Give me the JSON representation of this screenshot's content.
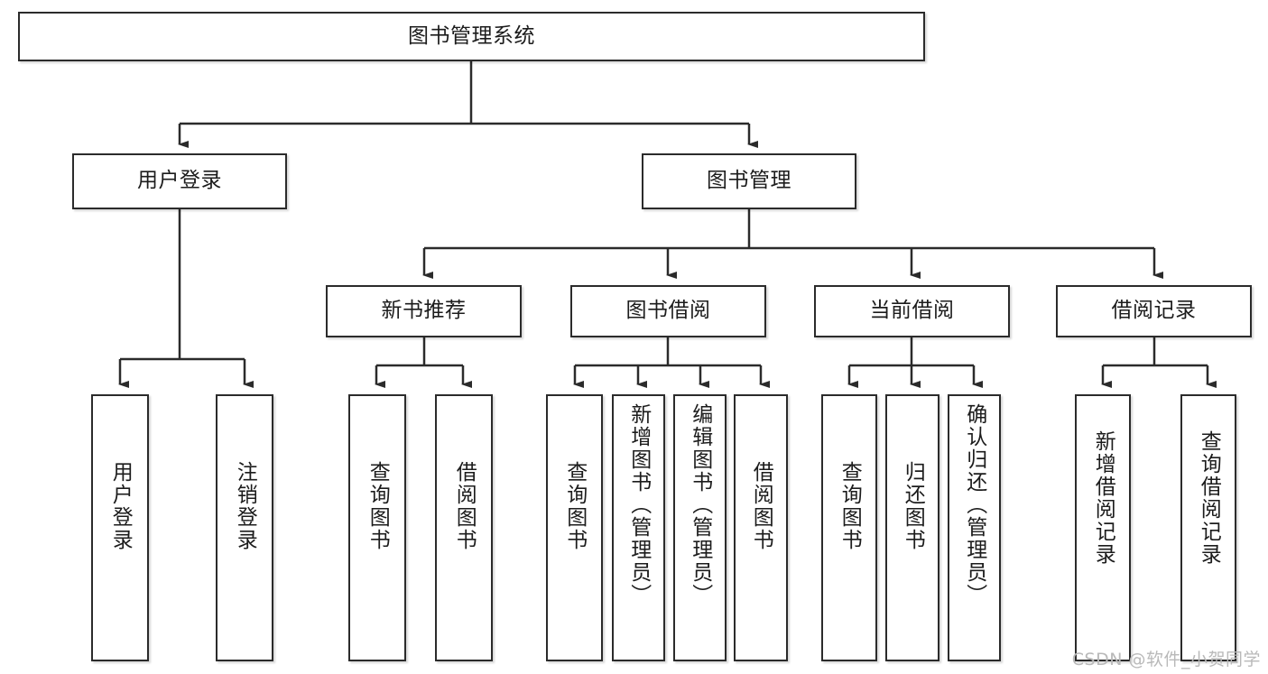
{
  "diagram": {
    "title": "图书管理系统",
    "type": "tree-hierarchy",
    "levels": {
      "root": {
        "label": "图书管理系统"
      },
      "level2": [
        {
          "label": "用户登录"
        },
        {
          "label": "图书管理"
        }
      ],
      "level3": [
        {
          "label": "新书推荐"
        },
        {
          "label": "图书借阅"
        },
        {
          "label": "当前借阅"
        },
        {
          "label": "借阅记录"
        }
      ],
      "leaves": [
        {
          "label": "用户登录"
        },
        {
          "label": "注销登录"
        },
        {
          "label": "查询图书"
        },
        {
          "label": "借阅图书"
        },
        {
          "label": "查询图书"
        },
        {
          "label": "新增图书（管理员）"
        },
        {
          "label": "编辑图书（管理员）"
        },
        {
          "label": "借阅图书"
        },
        {
          "label": "查询图书"
        },
        {
          "label": "归还图书"
        },
        {
          "label": "确认归还（管理员）"
        },
        {
          "label": "新增借阅记录"
        },
        {
          "label": "查询借阅记录"
        }
      ]
    }
  },
  "watermark": {
    "text": "CSDN @软件_小贺同学"
  },
  "colors": {
    "stroke": "#2b2b2b",
    "fill": "#ffffff",
    "text": "#1c1c1c",
    "watermark": "#b9b9b9"
  }
}
